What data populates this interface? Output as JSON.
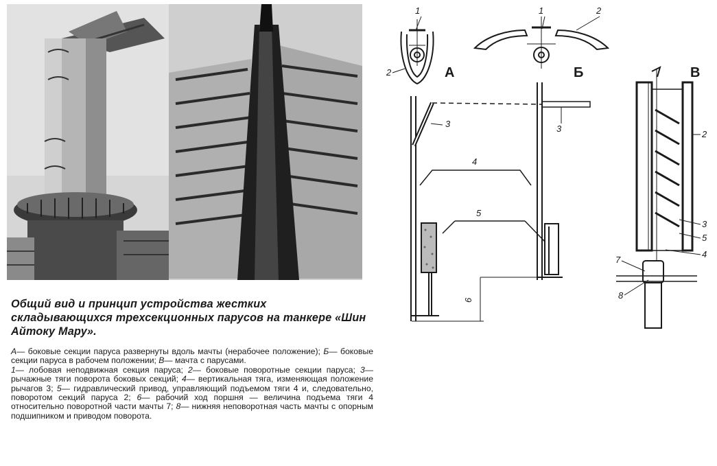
{
  "figure": {
    "caption": "Общий вид и принцип устройства жестких складывающихся трехсекционных парусов на танкере «Шин Айтоку Мару».",
    "panel_labels": [
      "А",
      "Б",
      "В"
    ],
    "part_numbers": [
      "1",
      "2",
      "3",
      "4",
      "5",
      "6",
      "7",
      "8"
    ]
  },
  "legend": {
    "A_key": "А",
    "A_text": "— боковые секции паруса развернуты вдоль мачты (нерабочее положение);",
    "B_key": "Б",
    "B_text": "— боковые секции паруса в рабочем положении;",
    "V_key": "В",
    "V_text": "— мачта с парусами.",
    "items": [
      {
        "num": "1",
        "text": "— лобовая неподвижная секция паруса;"
      },
      {
        "num": "2",
        "text": "— боковые поворотные секции паруса;"
      },
      {
        "num": "3",
        "text": "— рычажные тяги поворота боковых секций;"
      },
      {
        "num": "4",
        "text": "— вертикальная тяга, изменяющая положение рычагов 3;"
      },
      {
        "num": "5",
        "text": "— гидравлический привод, управляющий подъемом тяги 4 и, следовательно, поворотом секций паруса 2;"
      },
      {
        "num": "6",
        "text": "— рабочий ход поршня — величина подъема тяги 4 относительно поворотной части мачты 7;"
      },
      {
        "num": "8",
        "text": "— нижняя неповоротная часть мачты с опорным подшипником и приводом поворота."
      }
    ]
  },
  "colors": {
    "ink": "#1a1a1a",
    "photo_dark": "#2b2b2b",
    "photo_light": "#bdbdbd"
  }
}
